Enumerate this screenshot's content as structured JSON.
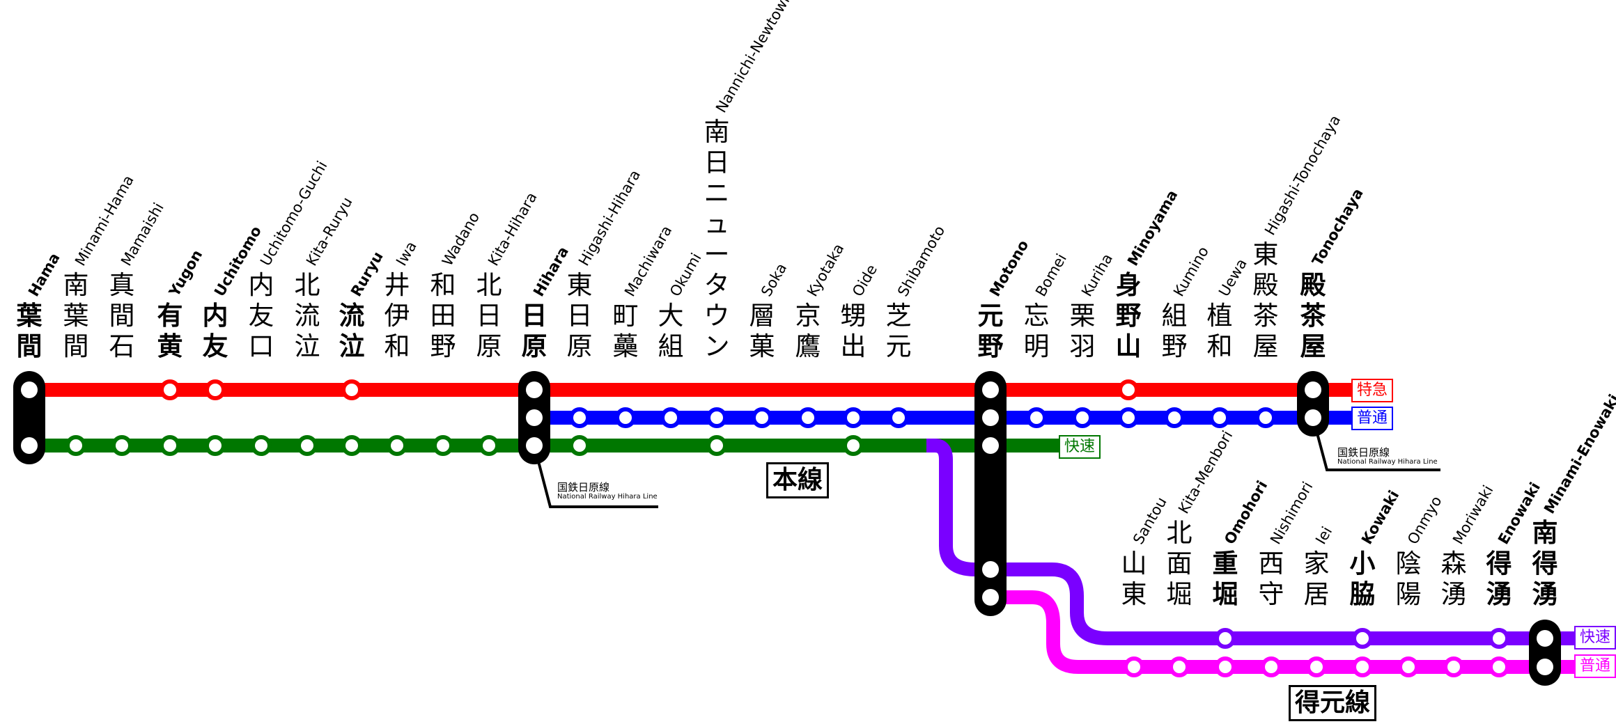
{
  "colors": {
    "express": "#ff0000",
    "local_main": "#0000ff",
    "rapid_main": "#007700",
    "rapid_branch": "#7a00ff",
    "local_branch": "#ff00ff"
  },
  "main_stations": [
    {
      "jp": "葉間",
      "en": "Hama",
      "bold": true
    },
    {
      "jp": "南葉間",
      "en": "Minami-Hama",
      "bold": false
    },
    {
      "jp": "真間石",
      "en": "Mamaishi",
      "bold": false
    },
    {
      "jp": "有黄",
      "en": "Yugon",
      "bold": true
    },
    {
      "jp": "内友",
      "en": "Uchitomo",
      "bold": true
    },
    {
      "jp": "内友口",
      "en": "Uchitomo-Guchi",
      "bold": false
    },
    {
      "jp": "北流泣",
      "en": "Kita-Ruryu",
      "bold": false
    },
    {
      "jp": "流泣",
      "en": "Ruryu",
      "bold": true
    },
    {
      "jp": "井伊和",
      "en": "Iwa",
      "bold": false
    },
    {
      "jp": "和田野",
      "en": "Wadano",
      "bold": false
    },
    {
      "jp": "北日原",
      "en": "Kita-Hihara",
      "bold": false
    },
    {
      "jp": "日原",
      "en": "Hihara",
      "bold": true
    },
    {
      "jp": "東日原",
      "en": "Higashi-Hihara",
      "bold": false
    },
    {
      "jp": "町蘽",
      "en": "Machiwara",
      "bold": false
    },
    {
      "jp": "大組",
      "en": "Okumi",
      "bold": false
    },
    {
      "jp": "南日ニュータウン",
      "en": "Nannichi-Newtown",
      "bold": false
    },
    {
      "jp": "層菓",
      "en": "Soka",
      "bold": false
    },
    {
      "jp": "京鷹",
      "en": "Kyotaka",
      "bold": false
    },
    {
      "jp": "甥出",
      "en": "Oide",
      "bold": false
    },
    {
      "jp": "芝元",
      "en": "Shibamoto",
      "bold": false
    },
    {
      "jp": "元野",
      "en": "Motono",
      "bold": true
    },
    {
      "jp": "忘明",
      "en": "Bomei",
      "bold": false
    },
    {
      "jp": "栗羽",
      "en": "Kuriha",
      "bold": false
    },
    {
      "jp": "身野山",
      "en": "Minoyama",
      "bold": true
    },
    {
      "jp": "組野",
      "en": "Kumino",
      "bold": false
    },
    {
      "jp": "植和",
      "en": "Uewa",
      "bold": false
    },
    {
      "jp": "東殿茶屋",
      "en": "Higashi-Tonochaya",
      "bold": false
    },
    {
      "jp": "殿茶屋",
      "en": "Tonochaya",
      "bold": true
    }
  ],
  "branch_stations": [
    {
      "jp": "山東",
      "en": "Santou",
      "bold": false
    },
    {
      "jp": "北面堀",
      "en": "Kita-Menbori",
      "bold": false
    },
    {
      "jp": "重堀",
      "en": "Omohori",
      "bold": true
    },
    {
      "jp": "西守",
      "en": "Nishimori",
      "bold": false
    },
    {
      "jp": "家居",
      "en": "Iei",
      "bold": false
    },
    {
      "jp": "小脇",
      "en": "Kowaki",
      "bold": true
    },
    {
      "jp": "陰陽",
      "en": "Onmyo",
      "bold": false
    },
    {
      "jp": "森湧",
      "en": "Moriwaki",
      "bold": false
    },
    {
      "jp": "得湧",
      "en": "Enowaki",
      "bold": true
    },
    {
      "jp": "南得湧",
      "en": "Minami-Enowaki",
      "bold": true
    }
  ],
  "service_labels": {
    "express": "特急",
    "local_main": "普通",
    "rapid_main": "快速",
    "rapid_branch": "快速",
    "local_branch": "普通"
  },
  "line_names": {
    "main": "本線",
    "branch": "得元線"
  },
  "connections": [
    {
      "jp": "国鉄日原線",
      "en": "National Railway Hihara Line"
    },
    {
      "jp": "国鉄日原線",
      "en": "National Railway Hihara Line"
    }
  ]
}
